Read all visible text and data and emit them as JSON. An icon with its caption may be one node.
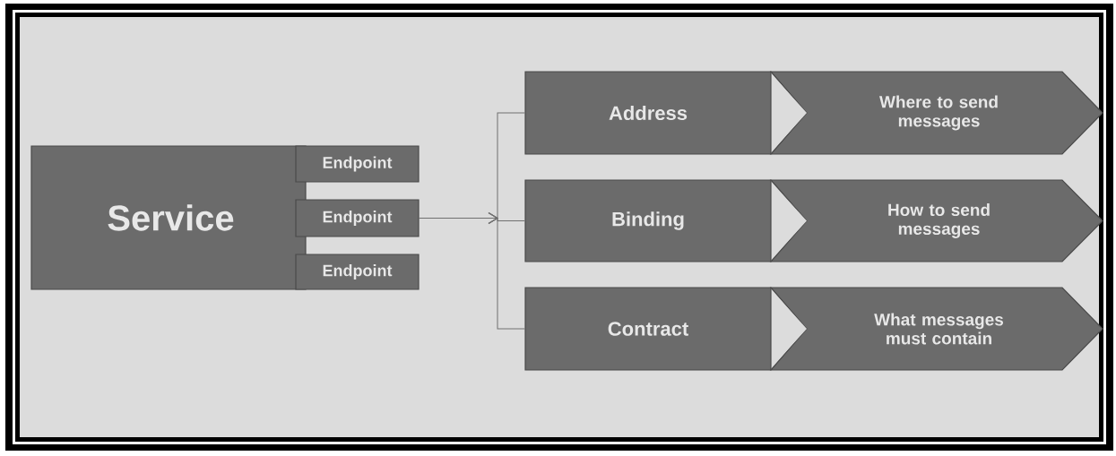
{
  "diagram": {
    "nodes": [
      {
        "text": [
          "Service"
        ]
      },
      {
        "text": [
          "Endpoint"
        ]
      },
      {
        "text": [
          "Endpoint"
        ]
      },
      {
        "text": [
          "Endpoint"
        ]
      },
      {
        "text": [
          "Address"
        ]
      },
      {
        "text": [
          "Where to send messages"
        ]
      },
      {
        "text": [
          "Binding"
        ]
      },
      {
        "text": [
          "How to send messages"
        ]
      },
      {
        "text": [
          "Contract"
        ]
      },
      {
        "text": [
          "What messages must contain"
        ]
      }
    ],
    "edges": [
      {
        "from": 2,
        "to": 4,
        "arrow": "to"
      },
      {
        "from": 2,
        "to": 6,
        "arrow": "to"
      },
      {
        "from": 2,
        "to": 8,
        "arrow": "to"
      }
    ]
  }
}
